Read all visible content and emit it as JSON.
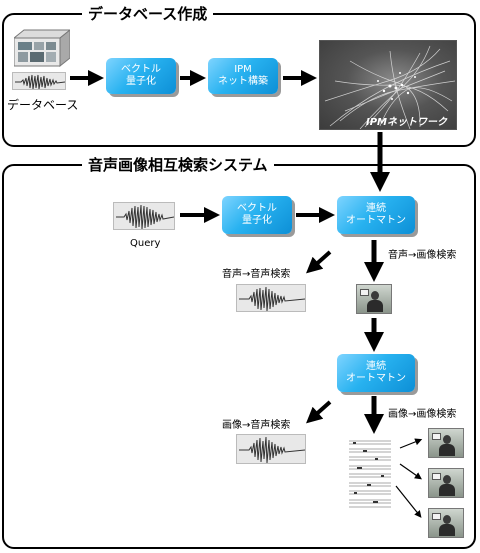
{
  "database_panel": {
    "title": "データベース作成",
    "db_label": "データベース",
    "box_vq": [
      "ベクトル",
      "量子化"
    ],
    "box_ipm_build": [
      "IPM",
      "ネット構築"
    ],
    "ipm_network_label": "IPMネットワーク"
  },
  "search_panel": {
    "title": "音声画像相互検索システム",
    "query_label": "Query",
    "box_vq": [
      "ベクトル",
      "量子化"
    ],
    "box_automaton_1": [
      "連続",
      "オートマトン"
    ],
    "box_automaton_2": [
      "連続",
      "オートマトン"
    ],
    "label_audio_to_audio": "音声→音声検索",
    "label_audio_to_image": "音声→画像検索",
    "label_image_to_audio": "画像→音声検索",
    "label_image_to_image": "画像→画像検索"
  }
}
